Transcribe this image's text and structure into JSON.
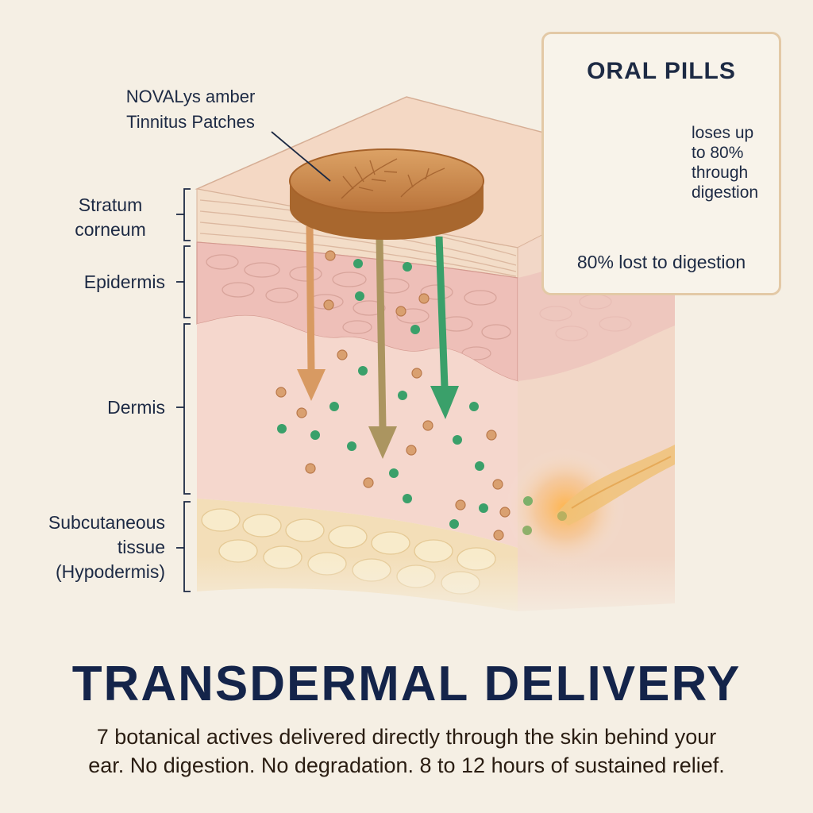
{
  "patch_label": [
    "NOVALys amber",
    "Tinnitus Patches"
  ],
  "layers": {
    "stratum": [
      "Stratum",
      "corneum"
    ],
    "epidermis": [
      "Epidermis"
    ],
    "dermis": [
      "Dermis"
    ],
    "subcutaneous": [
      "Subcutaneous",
      "tissue",
      "(Hypodermis)"
    ]
  },
  "oral_box": {
    "title": "ORAL PILLS",
    "note": [
      "loses up",
      "to 80%",
      "through",
      "digestion"
    ],
    "footer": "80% lost to digestion"
  },
  "headline": "TRANSDERMAL DELIVERY",
  "subtitle": [
    "7 botanical actives delivered directly through the skin behind your",
    "ear. No digestion. No degradation. 8 to 12 hours of sustained relief."
  ],
  "colors": {
    "background": "#f5efe4",
    "navy": "#14244a",
    "amber": "#c98a45",
    "green": "#3aa06a",
    "red_arrow": "#d24a40"
  }
}
